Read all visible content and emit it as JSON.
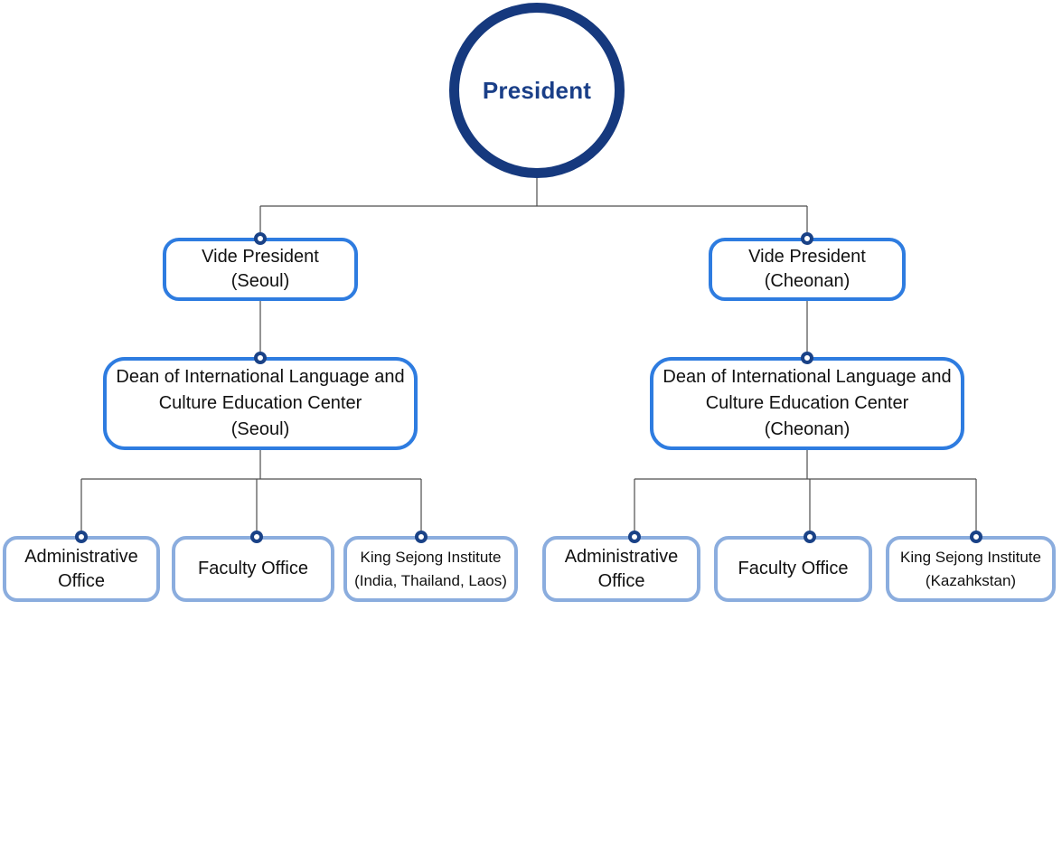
{
  "diagram_type": "organization-chart",
  "colors": {
    "president_ring": "#16397e",
    "president_text": "#1a3f88",
    "level2_border": "#2e7ce0",
    "level4_border": "#8badde",
    "connector_line": "#4d4d4d",
    "connector_dot_ring": "#1a4287",
    "node_text": "#111111",
    "background": "#ffffff"
  },
  "nodes": {
    "president": {
      "label": "President"
    },
    "vp_seoul": {
      "lines": [
        "Vide President",
        "(Seoul)"
      ]
    },
    "vp_cheonan": {
      "lines": [
        "Vide President",
        "(Cheonan)"
      ]
    },
    "dean_seoul": {
      "lines": [
        "Dean of International Language and",
        "Culture Education Center",
        "(Seoul)"
      ]
    },
    "dean_cheonan": {
      "lines": [
        "Dean of International Language and",
        "Culture Education Center",
        "(Cheonan)"
      ]
    },
    "admin_office_seoul": {
      "lines": [
        "Administrative",
        "Office"
      ]
    },
    "faculty_office_seoul": {
      "lines": [
        "Faculty Office"
      ]
    },
    "king_sejong_seoul": {
      "lines": [
        "King Sejong Institute",
        "(India, Thailand, Laos)"
      ]
    },
    "admin_office_cheonan": {
      "lines": [
        "Administrative",
        "Office"
      ]
    },
    "faculty_office_cheonan": {
      "lines": [
        "Faculty Office"
      ]
    },
    "king_sejong_cheonan": {
      "lines": [
        "King Sejong Institute",
        "(Kazahkstan)"
      ]
    }
  }
}
